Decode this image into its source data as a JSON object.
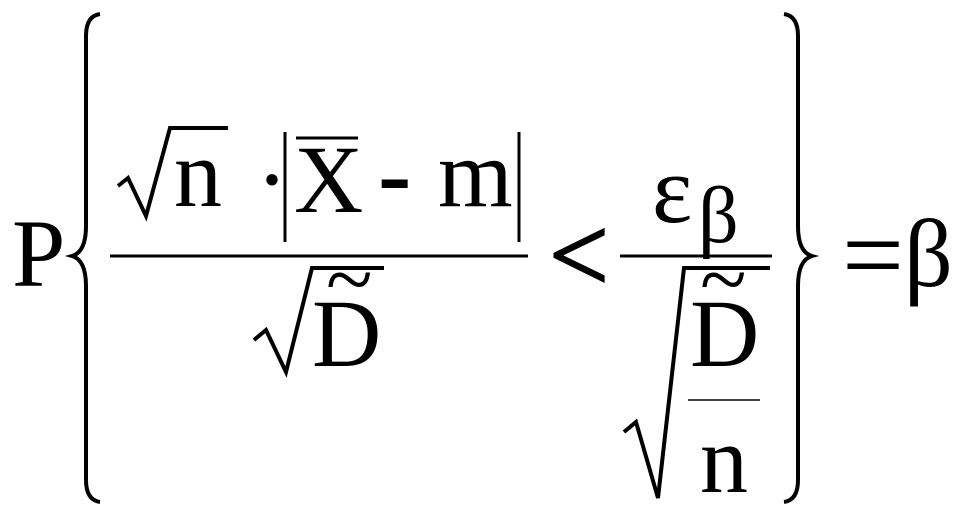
{
  "formula": {
    "prob": "P",
    "numerator": {
      "sqrt_arg": "n",
      "dot": "·",
      "mean": "X",
      "minus": "-",
      "mu": "m"
    },
    "denominator": {
      "variance": "D",
      "tilde": "~"
    },
    "relation": "<",
    "rhs": {
      "epsilon": "ε",
      "epsilon_sub": "β",
      "variance": "D",
      "tilde": "~",
      "n": "n"
    },
    "equals": "=",
    "beta": "β"
  }
}
